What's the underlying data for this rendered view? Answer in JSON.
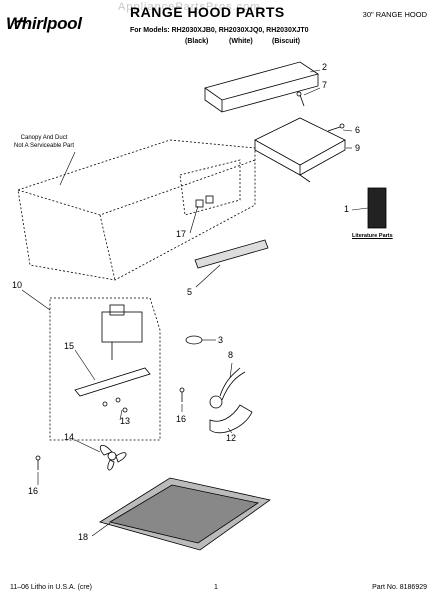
{
  "header": {
    "brand": "Whirlpool",
    "title": "RANGE HOOD PARTS",
    "watermark": "AppliancePartsPros.com",
    "subtitle": "30\" RANGE HOOD",
    "models_line": "For Models: RH2030XJB0, RH2030XJQ0, RH2030XJT0",
    "color_black": "(Black)",
    "color_white": "(White)",
    "color_biscuit": "(Biscuit)"
  },
  "notes": {
    "canopy_line1": "Canopy And Duct",
    "canopy_line2": "Not A Serviceable Part",
    "literature": "Literature Parts"
  },
  "callouts": {
    "c1": "1",
    "c2": "2",
    "c3": "3",
    "c5": "5",
    "c6": "6",
    "c7": "7",
    "c8": "8",
    "c9": "9",
    "c10": "10",
    "c12": "12",
    "c13": "13",
    "c14": "14",
    "c15": "15",
    "c16a": "16",
    "c16b": "16",
    "c17": "17",
    "c18": "18"
  },
  "footer": {
    "left": "11–06 Litho in U.S.A. (cre)",
    "page": "1",
    "part_no": "Part No. 8186929"
  }
}
